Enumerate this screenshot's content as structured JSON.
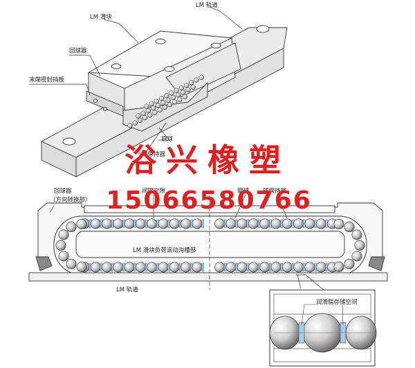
{
  "top_labels": {
    "lm_block": "LM 滑块",
    "lm_rail": "LM 轨道",
    "return_unit": "回球器",
    "end_seal": "末端密封挡板",
    "steel_ball": "钢球",
    "ball_retainer": "球保持器"
  },
  "watermark": {
    "company": "浴兴橡塑",
    "phone": "15066580766"
  },
  "section_labels": {
    "return_unit": "回球器",
    "return_unit_sub": "（方向转换部）",
    "spacer_gap": "间隔空隙",
    "steel_ball": "钢球",
    "ball_retainer": "球保持器",
    "load_groove": "LM 滑块负荷滚动沟槽部",
    "rail": "LM 轨道"
  },
  "detail": {
    "grease_pocket": "润滑脂存储空间"
  },
  "colors": {
    "watermark": "#e02020",
    "line": "#333333",
    "ball": "#c8c8c8",
    "retainer": "#9fc4e0"
  }
}
